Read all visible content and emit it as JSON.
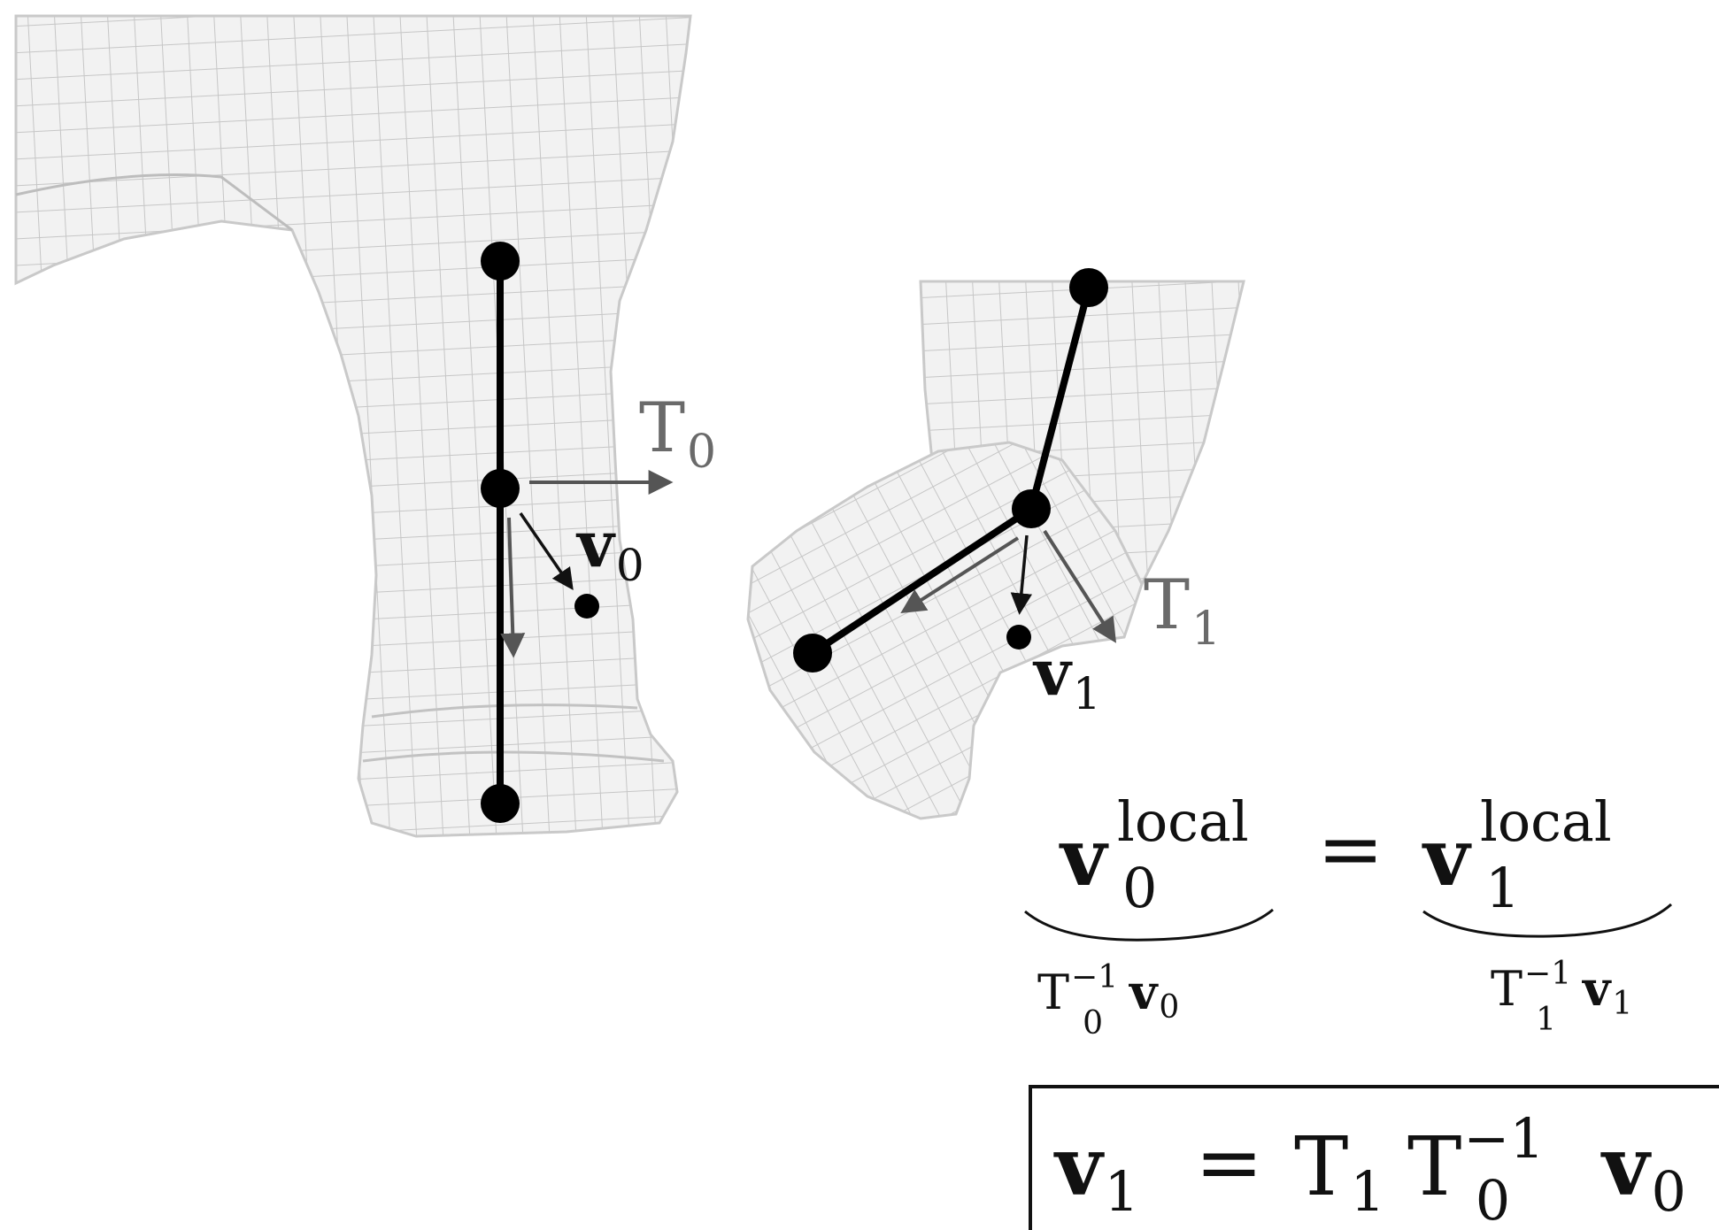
{
  "labels": {
    "t0_symbol": "T",
    "t0_sub": "0",
    "t1_symbol": "T",
    "t1_sub": "1",
    "v0_symbol": "v",
    "v0_sub": "0",
    "v1_symbol": "v",
    "v1_sub": "1"
  },
  "equation_local": {
    "lhs_symbol": "v",
    "lhs_sub": "0",
    "lhs_sup": "local",
    "equals": "=",
    "rhs_symbol": "v",
    "rhs_sub": "1",
    "rhs_sup": "local",
    "under_left_T": "T",
    "under_left_T_sub": "0",
    "under_left_T_sup": "−1",
    "under_left_v": "v",
    "under_left_v_sub": "0",
    "under_right_T": "T",
    "under_right_T_sub": "1",
    "under_right_T_sup": "−1",
    "under_right_v": "v",
    "under_right_v_sub": "1"
  },
  "equation_boxed": {
    "lhs_symbol": "v",
    "lhs_sub": "1",
    "equals": "=",
    "t1": "T",
    "t1_sub": "1",
    "t0": "T",
    "t0_sub": "0",
    "t0_sup": "−1",
    "v": "v",
    "v_sub": "0"
  },
  "colors": {
    "mesh_fill": "#f1f1f1",
    "mesh_line": "#c9c9c9",
    "bone": "#000000",
    "frame_arrow": "#555555",
    "label_gray": "#6a6a6a"
  }
}
